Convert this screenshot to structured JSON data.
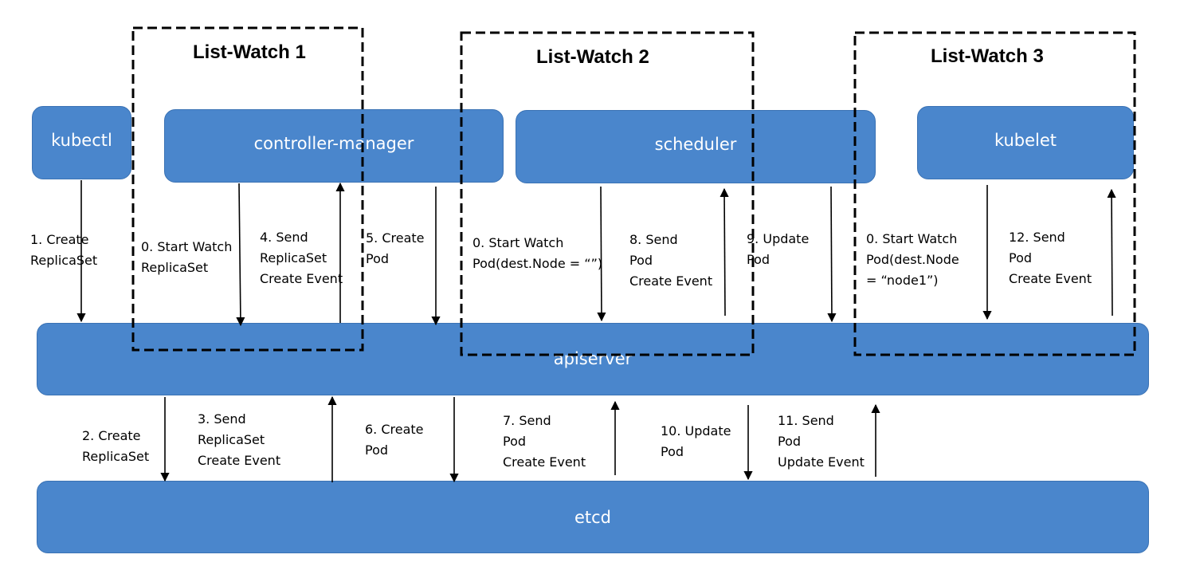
{
  "components": {
    "kubectl": "kubectl",
    "controller_manager": "controller-manager",
    "scheduler": "scheduler",
    "kubelet": "kubelet",
    "apiserver": "apiserver",
    "etcd": "etcd"
  },
  "watches": [
    {
      "title": "List-Watch 1"
    },
    {
      "title": "List-Watch 2"
    },
    {
      "title": "List-Watch 3"
    }
  ],
  "flows": {
    "create_replicaset_1": [
      "1. Create",
      "ReplicaSet"
    ],
    "start_watch_replicaset": [
      "0. Start Watch",
      " ReplicaSet"
    ],
    "send_replicaset_event_4": [
      "4. Send",
      "ReplicaSet",
      "Create Event"
    ],
    "create_pod_5": [
      "5. Create",
      "Pod"
    ],
    "start_watch_pod_unscheduled": [
      "0. Start Watch",
      " Pod(dest.Node = “”)"
    ],
    "send_pod_event_8": [
      "8. Send",
      "Pod",
      "Create Event"
    ],
    "update_pod_9": [
      "9. Update",
      "Pod"
    ],
    "start_watch_pod_node1": [
      "0. Start Watch",
      " Pod(dest.Node",
      "= “node1”)"
    ],
    "send_pod_event_12": [
      "12. Send",
      "Pod",
      "Create Event"
    ],
    "create_replicaset_2": [
      "2. Create",
      "ReplicaSet"
    ],
    "send_replicaset_event_3": [
      "3. Send",
      "ReplicaSet",
      "Create Event"
    ],
    "create_pod_6": [
      "6. Create",
      "Pod"
    ],
    "send_pod_event_7": [
      "7. Send",
      "Pod",
      "Create Event"
    ],
    "update_pod_10": [
      "10. Update",
      "Pod"
    ],
    "send_pod_update_event_11": [
      "11. Send",
      "Pod",
      "Update Event"
    ]
  },
  "colors": {
    "box_fill": "#4a86cc",
    "box_border": "#3a72b4",
    "box_text": "#ffffff",
    "line": "#000000"
  }
}
